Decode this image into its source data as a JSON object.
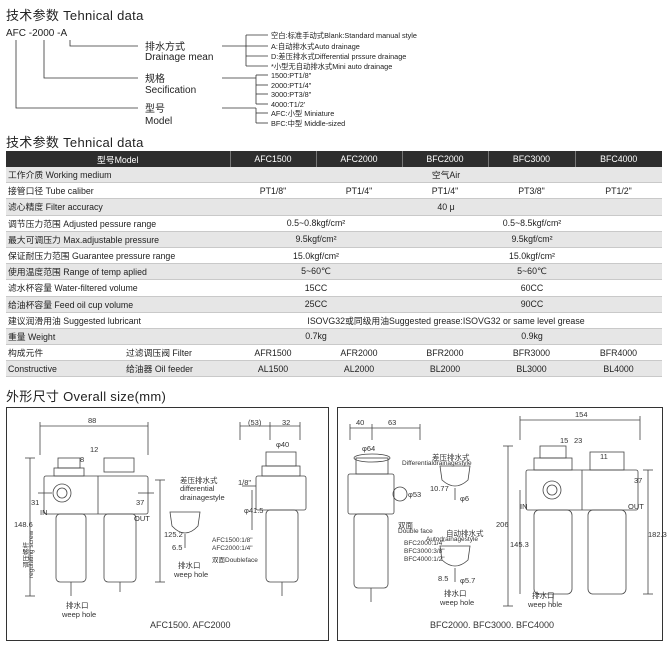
{
  "section1_title": "技术参数 Tehnical data",
  "order_code": {
    "prefix": "AFC",
    "sep1": "-",
    "size": "2000",
    "sep2": "-",
    "suffix": "A"
  },
  "order_labels": [
    {
      "cn": "排水方式",
      "en": "Drainage mean"
    },
    {
      "cn": "规格",
      "en": "Secification"
    },
    {
      "cn": "型号",
      "en": "Model"
    }
  ],
  "drain_options": [
    "空白:标准手动式Blank:Standard manual style",
    "A:自动排水式Auto drainage",
    "D:差压排水式Differential prssure drainage",
    "*小型无自动排水式Mini auto drainage"
  ],
  "spec_options": [
    "1500:PT1/8\"",
    "2000:PT1/4\"",
    "3000:PT3/8\"",
    "4000:T1/2'"
  ],
  "model_options": [
    "AFC:小型 Miniature",
    "BFC:中型 Middle-sized"
  ],
  "section2_title": "技术参数 Tehnical data",
  "table": {
    "header": [
      "型号Model",
      "AFC1500",
      "AFC2000",
      "BFC2000",
      "BFC3000",
      "BFC4000"
    ],
    "rows": [
      {
        "label": "工作介质 Working medium",
        "cells": [
          {
            "text": "空气Air",
            "span": 5
          }
        ]
      },
      {
        "label": "接管口径 Tube caliber",
        "cells": [
          {
            "text": "PT1/8\"",
            "span": 1
          },
          {
            "text": "PT1/4\"",
            "span": 1
          },
          {
            "text": "PT1/4\"",
            "span": 1
          },
          {
            "text": "PT3/8\"",
            "span": 1
          },
          {
            "text": "PT1/2\"",
            "span": 1
          }
        ]
      },
      {
        "label": "滤心精度 Filter accuracy",
        "cells": [
          {
            "text": "40 μ",
            "span": 5
          }
        ]
      },
      {
        "label": "调节压力范围 Adjusted pessure range",
        "cells": [
          {
            "text": "0.5~0.8kgf/cm²",
            "span": 2
          },
          {
            "text": "0.5~8.5kgf/cm²",
            "span": 3
          }
        ]
      },
      {
        "label": "最大可调压力 Max.adjustable pressure",
        "cells": [
          {
            "text": "9.5kgf/cm²",
            "span": 2
          },
          {
            "text": "9.5kgf/cm²",
            "span": 3
          }
        ]
      },
      {
        "label": "保证耐压力范围 Guarantee pressure range",
        "cells": [
          {
            "text": "15.0kgf/cm²",
            "span": 2
          },
          {
            "text": "15.0kgf/cm²",
            "span": 3
          }
        ]
      },
      {
        "label": "使用温度范围 Range of temp aplied",
        "cells": [
          {
            "text": "5~60℃",
            "span": 2
          },
          {
            "text": "5~60℃",
            "span": 3
          }
        ]
      },
      {
        "label": "滤水杯容量 Water-filtered volume",
        "cells": [
          {
            "text": "15CC",
            "span": 2
          },
          {
            "text": "60CC",
            "span": 3
          }
        ]
      },
      {
        "label": "给油杯容量 Feed oil cup volume",
        "cells": [
          {
            "text": "25CC",
            "span": 2
          },
          {
            "text": "90CC",
            "span": 3
          }
        ]
      },
      {
        "label": "建议润滑用油 Suggested lubricant",
        "cells": [
          {
            "text": "ISOVG32或同级用油Suggested grease:ISOVG32 or same level grease",
            "span": 5
          }
        ]
      },
      {
        "label": "重量 Weight",
        "cells": [
          {
            "text": "0.7kg",
            "span": 2
          },
          {
            "text": "0.9kg",
            "span": 3
          }
        ]
      }
    ],
    "construct_label_cn": "构成元件",
    "construct_label_en": "Constructive",
    "construct_rows": [
      {
        "name": "过滤调压阀 Filter",
        "cells": [
          "AFR1500",
          "AFR2000",
          "BFR2000",
          "BFR3000",
          "BFR4000"
        ]
      },
      {
        "name": "给油器 Oil feeder",
        "cells": [
          "AL1500",
          "AL2000",
          "BL2000",
          "BL3000",
          "BL4000"
        ]
      }
    ]
  },
  "section3_title": "外形尺寸 Overall size(mm)",
  "drawing_left": {
    "caption": "AFC1500. AFC2000",
    "dims": [
      "88",
      "12",
      "8",
      "31",
      "37",
      "148.6",
      "125.2",
      "(53)",
      "32",
      "φ40",
      "φ41.5",
      "1/8\""
    ],
    "labels": {
      "in": "IN",
      "out": "OUT",
      "weep": "排水口",
      "weep_en": "weep hole",
      "drain_cn": "差压排水式",
      "drain_en1": "differential",
      "drain_en2": "drainagestyle",
      "spec1": "AFC1500:1/8\"",
      "spec2": "AFC2000:1/4\"",
      "dual": "双面Doubleface",
      "side_cn": "调压螺杆",
      "side_en": "regulating screw",
      "weep_small": "排水口",
      "weep_small_en": "weep hole",
      "d54": "6.5"
    }
  },
  "drawing_right": {
    "caption": "BFC2000. BFC3000. BFC4000",
    "dims": [
      "40",
      "63",
      "φ64",
      "φ53",
      "154",
      "15",
      "23",
      "11",
      "37",
      "206",
      "145.3",
      "182.3",
      "10.77",
      "φ6",
      "φ5.7",
      "8.5"
    ],
    "labels": {
      "diff_cn": "差压排水式",
      "diff_en": "Differentialdrainagestyle",
      "auto_cn": "自动排水式",
      "auto_en": "Autodrainagestyle",
      "weep_cn": "排水口",
      "weep_en": "weep hole",
      "dual": "双面",
      "dual_en": "Double face",
      "bfc1": "BFC2000:1/4\"",
      "bfc2": "BFC3000:3/8\"",
      "bfc3": "BFC4000:1/2\"",
      "in": "IN",
      "out": "OUT"
    }
  }
}
